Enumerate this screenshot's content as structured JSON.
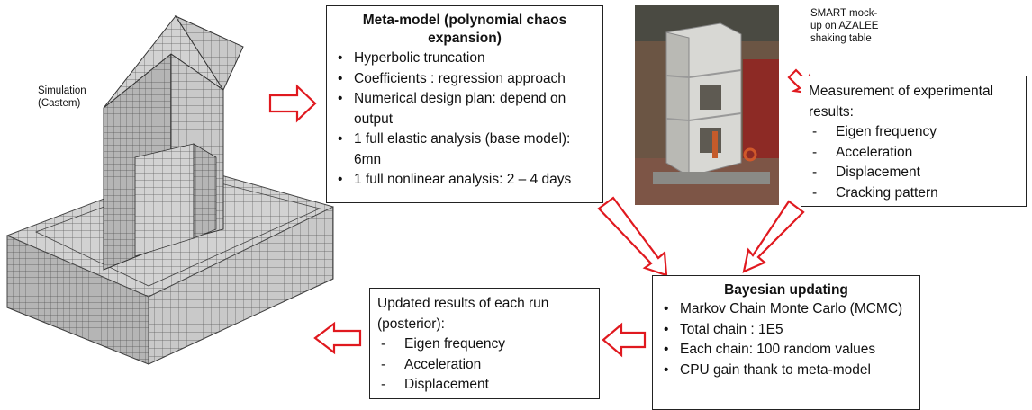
{
  "sim_label": [
    "Simulation",
    "(Castem)"
  ],
  "photo_caption": [
    "SMART mock-",
    "up on AZALEE",
    "shaking table"
  ],
  "meta_model": {
    "title": [
      "Meta-model (polynomial chaos",
      "expansion)"
    ],
    "items": [
      "Hyperbolic truncation",
      "Coefficients : regression approach",
      "Numerical design plan: depend on output",
      "1 full elastic analysis (base model): 6mn",
      "1 full nonlinear analysis: 2 – 4 days"
    ]
  },
  "measurement": {
    "heading": "Measurement of experimental results:",
    "items": [
      "Eigen frequency",
      "Acceleration",
      "Displacement",
      "Cracking pattern"
    ]
  },
  "bayesian": {
    "title": "Bayesian updating",
    "items": [
      "Markov Chain Monte Carlo (MCMC)",
      "Total chain : 1E5",
      "Each chain: 100 random values",
      "CPU gain thank to meta-model"
    ]
  },
  "updated": {
    "heading": "Updated results of each run (posterior):",
    "items": [
      "Eigen frequency",
      "Acceleration",
      "Displacement"
    ]
  },
  "colors": {
    "arrow": "#e0191f",
    "mesh_fill": "#bdbdbd",
    "mesh_line": "#555555",
    "photo_bg": "#6b5544"
  }
}
